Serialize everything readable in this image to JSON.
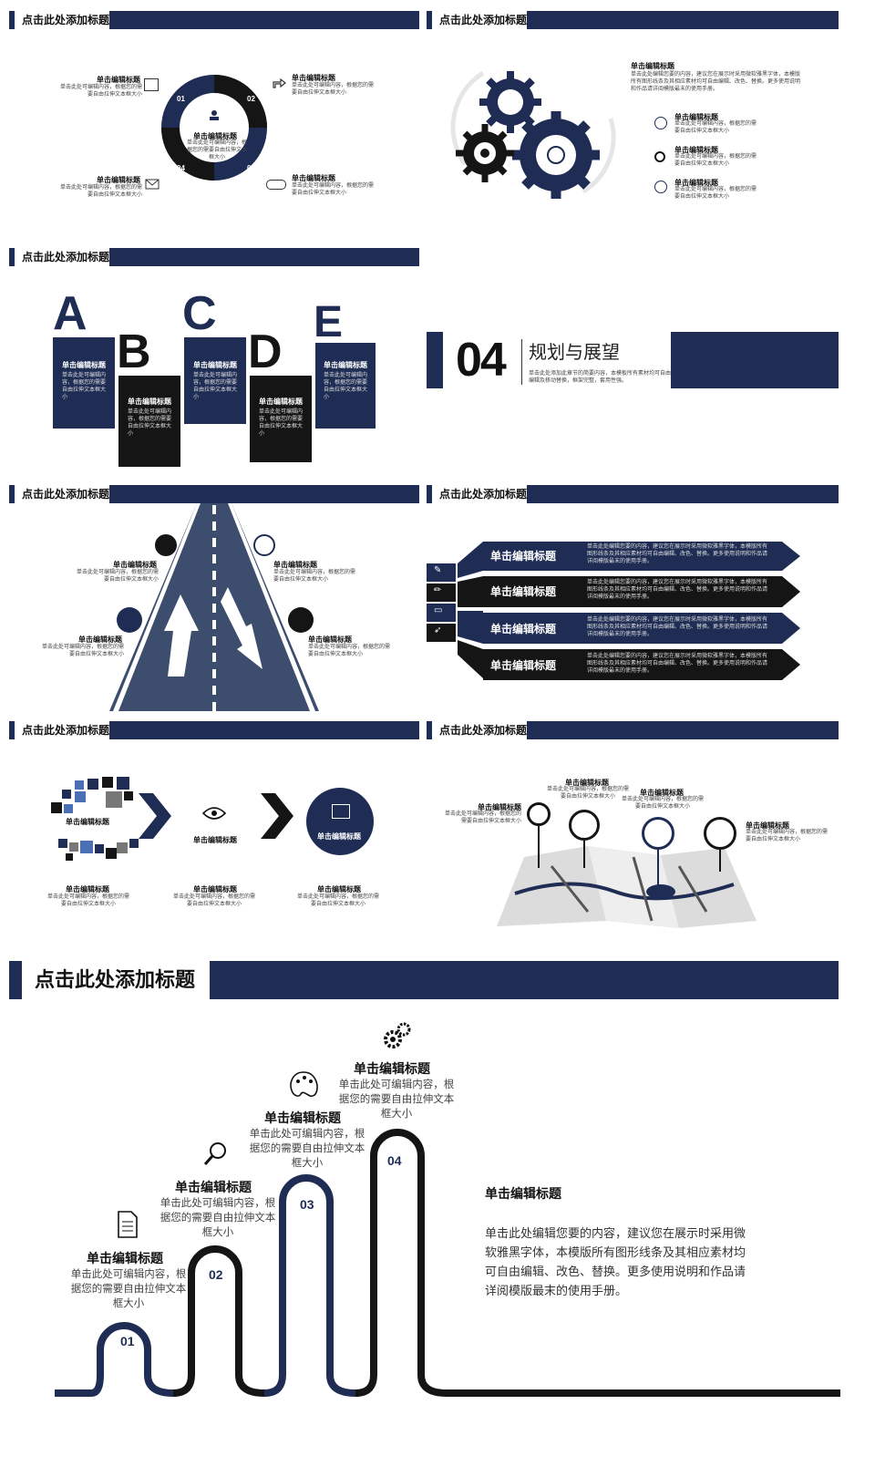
{
  "header_title": "点击此处添加标题",
  "heading": "单击编辑标题",
  "body_short": "单击此处可编辑内容，根据您的需要自由拉伸文本框大小",
  "body_long": "单击此处编辑您要的内容，建议您在展示时采用微软雅黑字体，本模版所有图形线条及其相应素材均可自由编辑、改色、替换。更多使用说明和作品请详阅模版最末的使用手册。",
  "cycle": {
    "center_title": "单击编辑标题",
    "center_body": "单击此处可编辑内容，根据您的需要自由拉伸文本框大小",
    "numbers": [
      "01",
      "02",
      "03",
      "04"
    ]
  },
  "letters": [
    "A",
    "B",
    "C",
    "D",
    "E"
  ],
  "section": {
    "number": "04",
    "title": "规划与展望",
    "desc": "单击此处添加此章节的简要内容，本模板所有素材均可自由编辑及移动替换，框架完整，套用性强。"
  },
  "arrows": {
    "items": [
      "单击编辑标题",
      "单击编辑标题",
      "单击编辑标题",
      "单击编辑标题"
    ]
  },
  "process": {
    "center_label": "单击编辑标题"
  },
  "steps": [
    "01",
    "02",
    "03",
    "04"
  ],
  "colors": {
    "navy": "#1f2d55",
    "black": "#151515",
    "blue": "#4a6fb5",
    "grey": "#777777"
  }
}
